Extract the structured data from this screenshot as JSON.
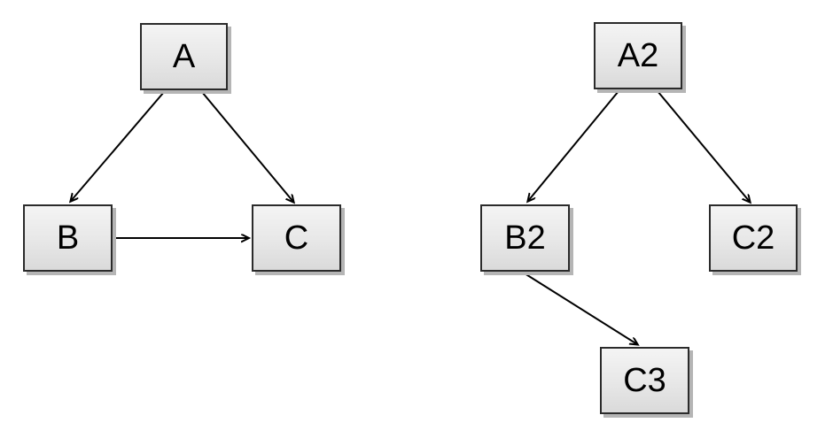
{
  "diagram": {
    "description": "Two directed graphs drawn as gray boxes connected by arrows",
    "colors": {
      "background": "#ffffff",
      "node_border": "#2b2b2b",
      "node_fill_top": "#f4f4f4",
      "node_fill_bottom": "#dadada",
      "node_shadow": "#b5b5b5",
      "edge_stroke": "#000000",
      "label_color": "#000000"
    },
    "graphs": [
      {
        "id": "left",
        "nodes": [
          {
            "id": "A",
            "label": "A"
          },
          {
            "id": "B",
            "label": "B"
          },
          {
            "id": "C",
            "label": "C"
          }
        ],
        "edges": [
          {
            "from": "A",
            "to": "B"
          },
          {
            "from": "A",
            "to": "C"
          },
          {
            "from": "B",
            "to": "C"
          }
        ]
      },
      {
        "id": "right",
        "nodes": [
          {
            "id": "A2",
            "label": "A2"
          },
          {
            "id": "B2",
            "label": "B2"
          },
          {
            "id": "C2",
            "label": "C2"
          },
          {
            "id": "C3",
            "label": "C3"
          }
        ],
        "edges": [
          {
            "from": "A2",
            "to": "B2"
          },
          {
            "from": "A2",
            "to": "C2"
          },
          {
            "from": "B2",
            "to": "C3"
          }
        ]
      }
    ]
  }
}
